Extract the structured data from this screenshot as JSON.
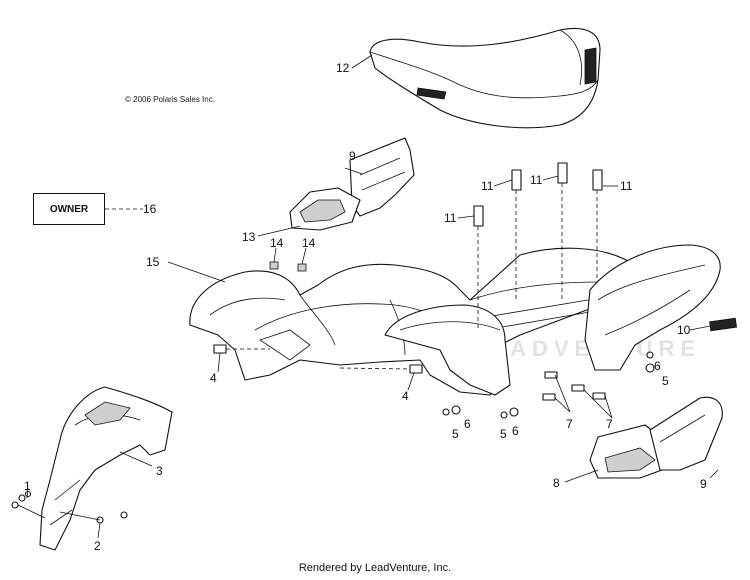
{
  "copyright": "© 2006 Polaris Sales Inc.",
  "owner_label": "OWNER",
  "footer": "Rendered by LeadVenture, Inc.",
  "watermark_text": "LEADVENTURE",
  "callouts": {
    "c1": "1",
    "c2": "2",
    "c3": "3",
    "c4a": "4",
    "c4b": "4",
    "c5a": "5",
    "c5b": "5",
    "c5c": "5",
    "c6a": "6",
    "c6b": "6",
    "c6c": "6",
    "c7a": "7",
    "c7b": "7",
    "c8": "8",
    "c9a": "9",
    "c9b": "9",
    "c10": "10",
    "c11a": "11",
    "c11b": "11",
    "c11c": "11",
    "c11d": "11",
    "c12": "12",
    "c13": "13",
    "c14a": "14",
    "c14b": "14",
    "c15": "15",
    "c16": "16"
  }
}
